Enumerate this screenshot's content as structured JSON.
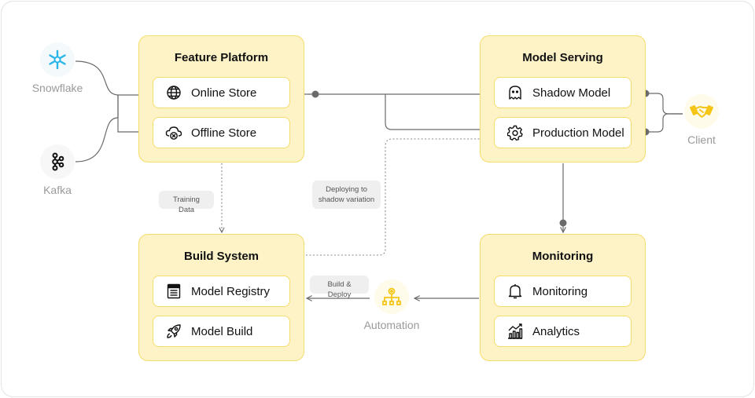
{
  "sources": {
    "snowflake": {
      "label": "Snowflake",
      "icon": "snowflake-icon",
      "color": "#29b5e8"
    },
    "kafka": {
      "label": "Kafka",
      "icon": "kafka-icon"
    }
  },
  "client": {
    "label": "Client",
    "icon": "handshake-icon",
    "color": "#f5c518"
  },
  "automation": {
    "label": "Automation",
    "icon": "workflow-icon",
    "color": "#f5c518"
  },
  "feature_platform": {
    "title": "Feature Platform",
    "items": [
      {
        "label": "Online Store",
        "icon": "globe-icon"
      },
      {
        "label": "Offline Store",
        "icon": "cloud-off-icon"
      }
    ]
  },
  "model_serving": {
    "title": "Model Serving",
    "items": [
      {
        "label": "Shadow Model",
        "icon": "ghost-icon"
      },
      {
        "label": "Production Model",
        "icon": "gear-icon"
      }
    ]
  },
  "build_system": {
    "title": "Build System",
    "items": [
      {
        "label": "Model Registry",
        "icon": "registry-icon"
      },
      {
        "label": "Model Build",
        "icon": "rocket-icon"
      }
    ]
  },
  "monitoring": {
    "title": "Monitoring",
    "items": [
      {
        "label": "Monitoring",
        "icon": "bell-icon"
      },
      {
        "label": "Analytics",
        "icon": "bar-chart-icon"
      }
    ]
  },
  "tags": {
    "training_data": "Training Data",
    "deploying_line1": "Deploying to",
    "deploying_line2": "shadow variation",
    "build_deploy": "Build & Deploy"
  },
  "colors": {
    "panel_fill": "#fdf3c7",
    "panel_border": "#f6dc6a",
    "connector": "#6b6b6b",
    "accent_blue": "#2d8cf0"
  }
}
